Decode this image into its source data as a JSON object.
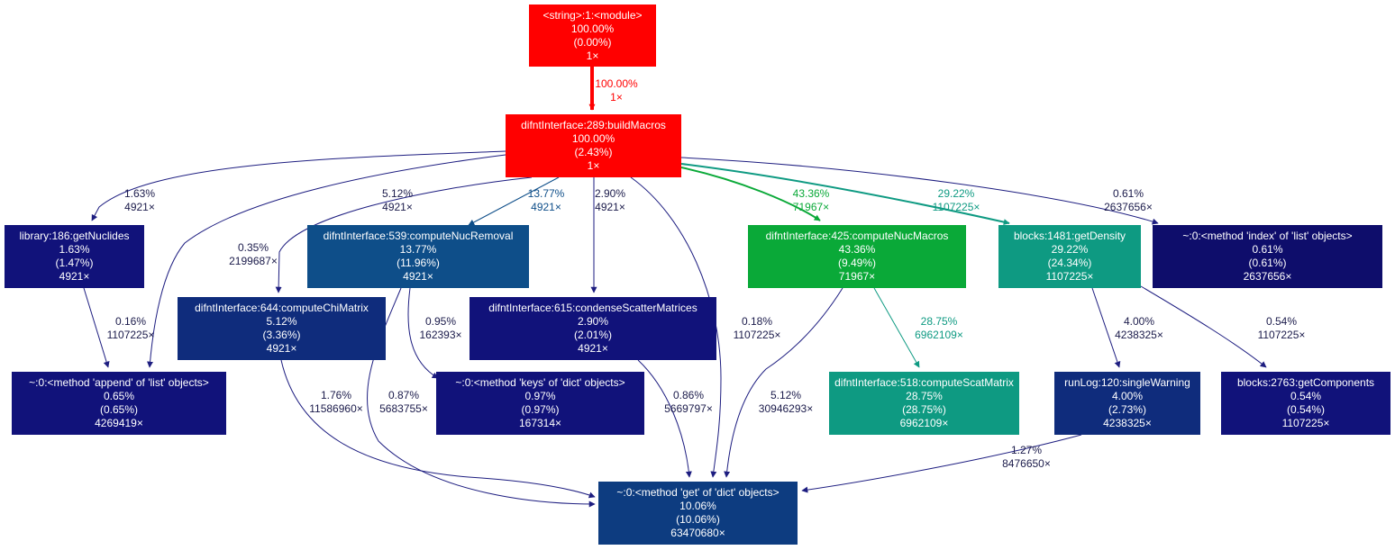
{
  "colors": {
    "red": "#ff0000",
    "green": "#0aa938",
    "teal": "#0e9a82",
    "blue_mid": "#0e4e89",
    "blue_dark": "#0f2c7c",
    "navy": "#11127a",
    "navy_deep": "#0e0d6b",
    "get_blue": "#0d3c80",
    "edge_navy": "#1d1d80",
    "edge_red": "#ff0000",
    "edge_green": "#0aa938",
    "edge_teal": "#0e9a82",
    "edge_blue": "#0e4e89"
  },
  "nodes": [
    {
      "id": "module",
      "name": "<string>:1:<module>",
      "total": "100.00%",
      "self": "(0.00%)",
      "calls": "1×",
      "color": "#ff0000"
    },
    {
      "id": "buildMacros",
      "name": "difntInterface:289:buildMacros",
      "total": "100.00%",
      "self": "(2.43%)",
      "calls": "1×",
      "color": "#ff0000"
    },
    {
      "id": "getNuclides",
      "name": "library:186:getNuclides",
      "total": "1.63%",
      "self": "(1.47%)",
      "calls": "4921×",
      "color": "#11127a"
    },
    {
      "id": "computeNucRemoval",
      "name": "difntInterface:539:computeNucRemoval",
      "total": "13.77%",
      "self": "(11.96%)",
      "calls": "4921×",
      "color": "#0e4e89"
    },
    {
      "id": "computeNucMacros",
      "name": "difntInterface:425:computeNucMacros",
      "total": "43.36%",
      "self": "(9.49%)",
      "calls": "71967×",
      "color": "#0aa938"
    },
    {
      "id": "getDensity",
      "name": "blocks:1481:getDensity",
      "total": "29.22%",
      "self": "(24.34%)",
      "calls": "1107225×",
      "color": "#0e9a82"
    },
    {
      "id": "listIndex",
      "name": "~:0:<method 'index' of 'list' objects>",
      "total": "0.61%",
      "self": "(0.61%)",
      "calls": "2637656×",
      "color": "#0e0d6b"
    },
    {
      "id": "computeChiMatrix",
      "name": "difntInterface:644:computeChiMatrix",
      "total": "5.12%",
      "self": "(3.36%)",
      "calls": "4921×",
      "color": "#0f2c7c"
    },
    {
      "id": "condenseScatterMatrices",
      "name": "difntInterface:615:condenseScatterMatrices",
      "total": "2.90%",
      "self": "(2.01%)",
      "calls": "4921×",
      "color": "#11127a"
    },
    {
      "id": "listAppend",
      "name": "~:0:<method 'append' of 'list' objects>",
      "total": "0.65%",
      "self": "(0.65%)",
      "calls": "4269419×",
      "color": "#11127a"
    },
    {
      "id": "dictKeys",
      "name": "~:0:<method 'keys' of 'dict' objects>",
      "total": "0.97%",
      "self": "(0.97%)",
      "calls": "167314×",
      "color": "#11127a"
    },
    {
      "id": "computeScatMatrix",
      "name": "difntInterface:518:computeScatMatrix",
      "total": "28.75%",
      "self": "(28.75%)",
      "calls": "6962109×",
      "color": "#0e9a82"
    },
    {
      "id": "singleWarning",
      "name": "runLog:120:singleWarning",
      "total": "4.00%",
      "self": "(2.73%)",
      "calls": "4238325×",
      "color": "#0f2c7c"
    },
    {
      "id": "getComponents",
      "name": "blocks:2763:getComponents",
      "total": "0.54%",
      "self": "(0.54%)",
      "calls": "1107225×",
      "color": "#11127a"
    },
    {
      "id": "dictGet",
      "name": "~:0:<method 'get' of 'dict' objects>",
      "total": "10.06%",
      "self": "(10.06%)",
      "calls": "63470680×",
      "color": "#0d3c80"
    }
  ],
  "edges": [
    {
      "from": "module",
      "to": "buildMacros",
      "pct": "100.00%",
      "calls": "1×",
      "color": "#ff0000"
    },
    {
      "from": "buildMacros",
      "to": "getNuclides",
      "pct": "1.63%",
      "calls": "4921×",
      "color": "#1d1d80"
    },
    {
      "from": "buildMacros",
      "to": "listAppend",
      "pct": "0.35%",
      "calls": "2199687×",
      "color": "#1d1d80"
    },
    {
      "from": "buildMacros",
      "to": "computeChiMatrix",
      "pct": "5.12%",
      "calls": "4921×",
      "color": "#1d1d80"
    },
    {
      "from": "buildMacros",
      "to": "computeNucRemoval",
      "pct": "13.77%",
      "calls": "4921×",
      "color": "#0e4e89"
    },
    {
      "from": "buildMacros",
      "to": "condenseScatterMatrices",
      "pct": "2.90%",
      "calls": "4921×",
      "color": "#1d1d80"
    },
    {
      "from": "buildMacros",
      "to": "dictGet",
      "pct": "0.18%",
      "calls": "1107225×",
      "color": "#1d1d80"
    },
    {
      "from": "buildMacros",
      "to": "computeNucMacros",
      "pct": "43.36%",
      "calls": "71967×",
      "color": "#0aa938"
    },
    {
      "from": "buildMacros",
      "to": "getDensity",
      "pct": "29.22%",
      "calls": "1107225×",
      "color": "#0e9a82"
    },
    {
      "from": "buildMacros",
      "to": "listIndex",
      "pct": "0.61%",
      "calls": "2637656×",
      "color": "#1d1d80"
    },
    {
      "from": "getNuclides",
      "to": "listAppend",
      "pct": "0.16%",
      "calls": "1107225×",
      "color": "#1d1d80"
    },
    {
      "from": "computeNucRemoval",
      "to": "dictKeys",
      "pct": "0.95%",
      "calls": "162393×",
      "color": "#1d1d80"
    },
    {
      "from": "computeNucRemoval",
      "to": "dictGet",
      "pct": "0.87%",
      "calls": "5683755×",
      "color": "#1d1d80"
    },
    {
      "from": "computeChiMatrix",
      "to": "dictGet",
      "pct": "1.76%",
      "calls": "11586960×",
      "color": "#1d1d80"
    },
    {
      "from": "condenseScatterMatrices",
      "to": "dictGet",
      "pct": "0.86%",
      "calls": "5669797×",
      "color": "#1d1d80"
    },
    {
      "from": "computeNucMacros",
      "to": "dictGet",
      "pct": "5.12%",
      "calls": "30946293×",
      "color": "#1d1d80"
    },
    {
      "from": "computeNucMacros",
      "to": "computeScatMatrix",
      "pct": "28.75%",
      "calls": "6962109×",
      "color": "#0e9a82"
    },
    {
      "from": "getDensity",
      "to": "singleWarning",
      "pct": "4.00%",
      "calls": "4238325×",
      "color": "#1d1d80"
    },
    {
      "from": "getDensity",
      "to": "getComponents",
      "pct": "0.54%",
      "calls": "1107225×",
      "color": "#1d1d80"
    },
    {
      "from": "singleWarning",
      "to": "dictGet",
      "pct": "1.27%",
      "calls": "8476650×",
      "color": "#1d1d80"
    }
  ]
}
